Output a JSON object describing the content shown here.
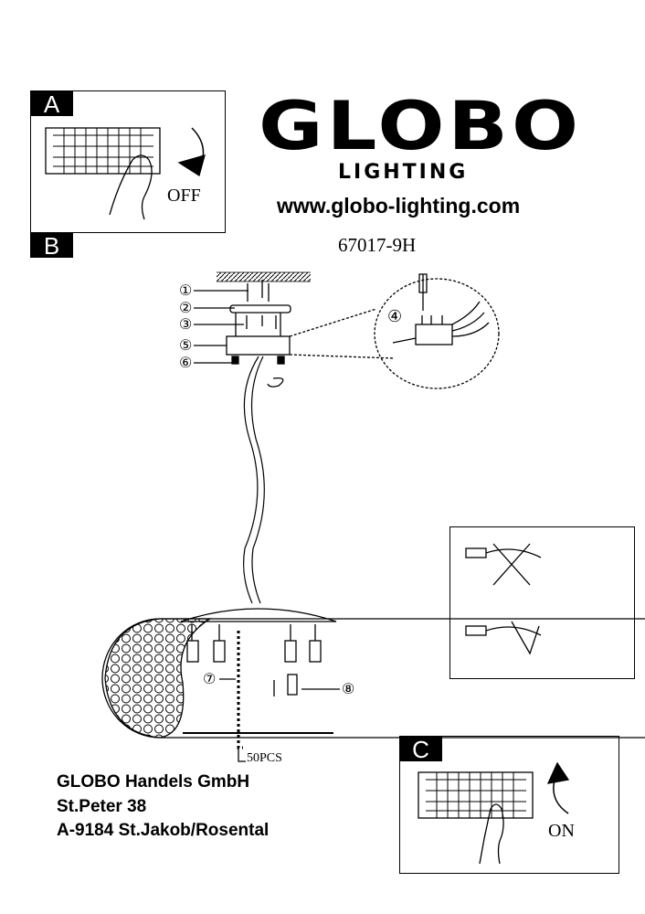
{
  "brand": {
    "name": "GLOBO",
    "sub": "LIGHTING",
    "url": "www.globo-lighting.com",
    "model": "67017-9H"
  },
  "steps": {
    "a": {
      "label": "A",
      "action": "OFF"
    },
    "b": {
      "label": "B"
    },
    "c": {
      "label": "C",
      "action": "ON"
    }
  },
  "parts": [
    "①",
    "②",
    "③",
    "④",
    "⑤",
    "⑥",
    "⑦",
    "⑧"
  ],
  "beads_note": "50PCS",
  "address": [
    "GLOBO Handels GmbH",
    "St.Peter 38",
    "A-9184 St.Jakob/Rosental"
  ]
}
